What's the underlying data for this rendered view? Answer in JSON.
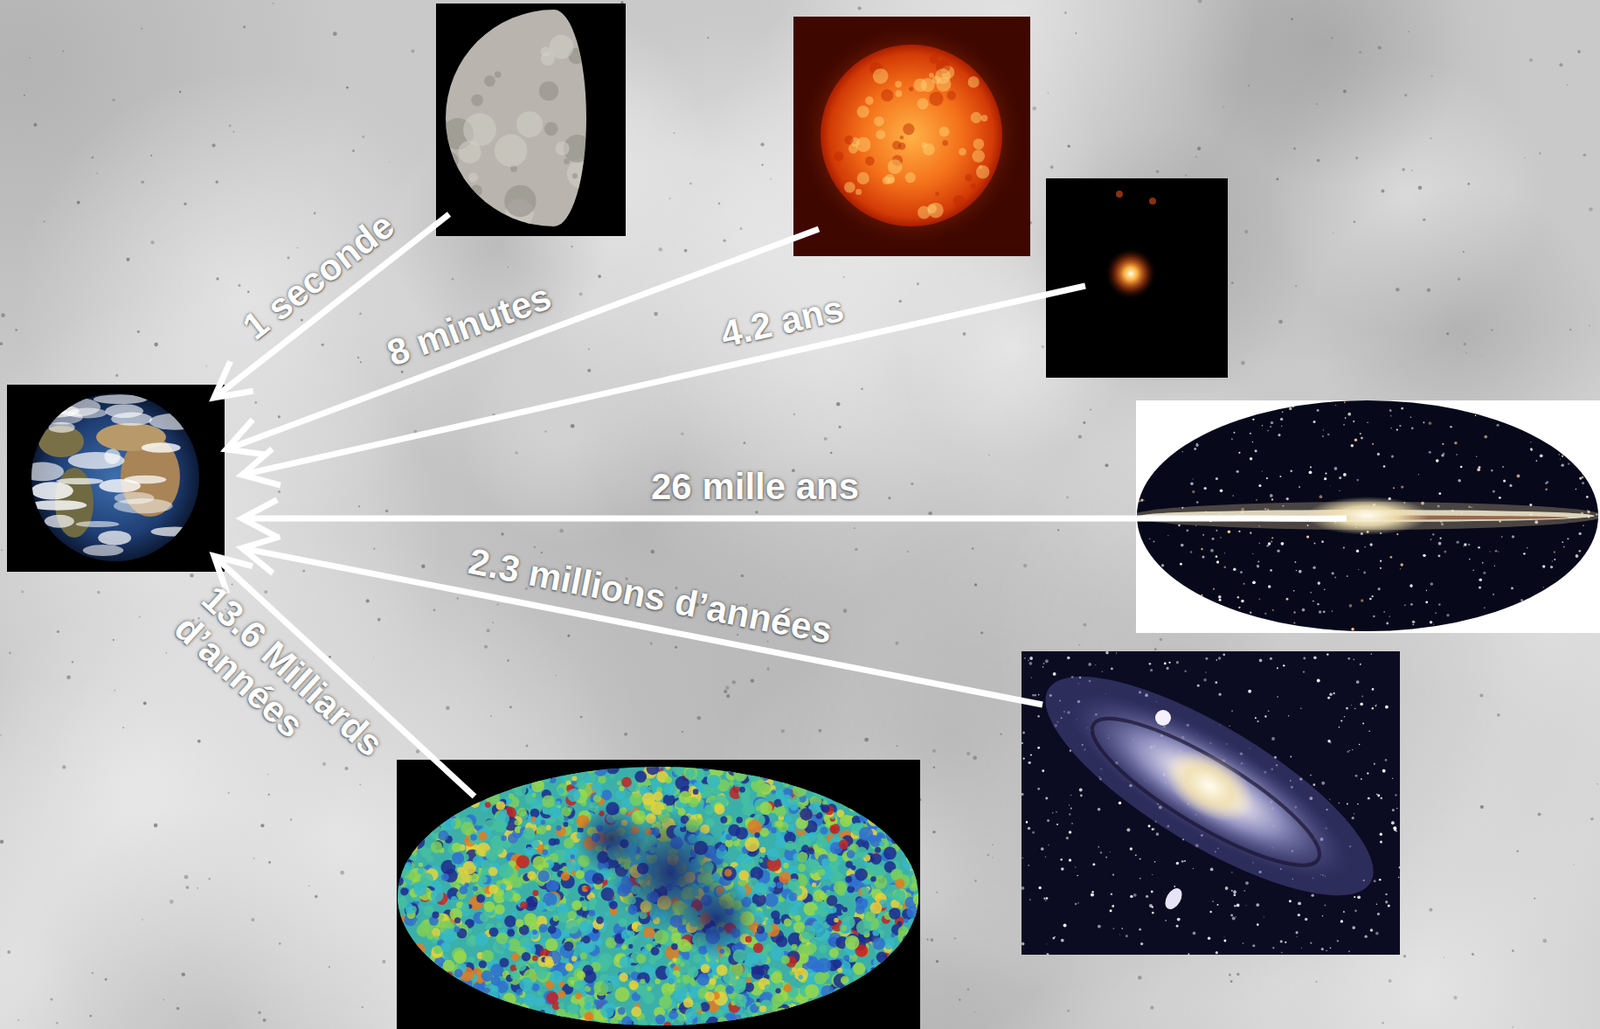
{
  "diagram": {
    "labels": [
      "1 seconde",
      "8 minutes",
      "4.2 ans",
      "26 mille ans",
      "2.3 millions d’années",
      "13.6 Milliards d’années"
    ]
  }
}
